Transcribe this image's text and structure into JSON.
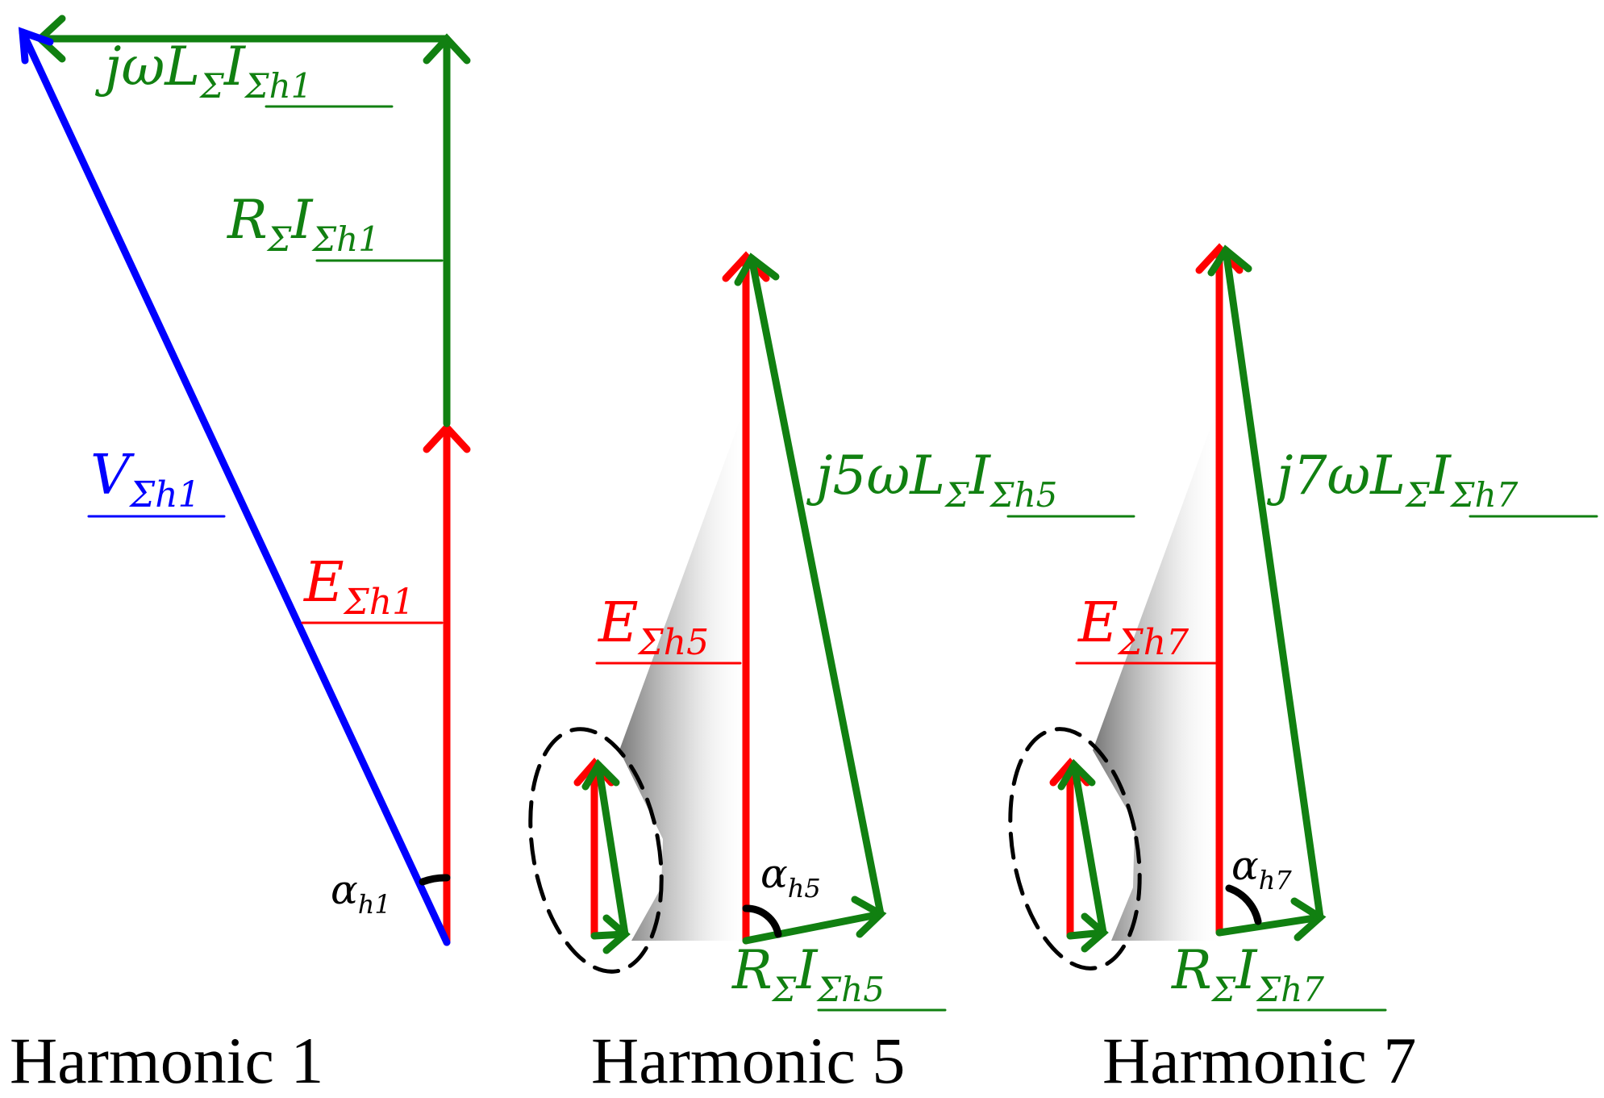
{
  "colors": {
    "red": "#ff0000",
    "green": "#118011",
    "blue": "#0000ff",
    "black": "#000000"
  },
  "labels": {
    "h1": {
      "v_main": "V",
      "v_sub": "Σh1",
      "e_main": "E",
      "e_sub": "Σh1",
      "r_main": "R",
      "r_sub1": "Σ",
      "r_i": "I",
      "r_sub2": "Σh1",
      "jw_main": "jωL",
      "jw_sub1": "Σ",
      "jw_i": "I",
      "jw_sub2": "Σh1",
      "alpha": "α",
      "alpha_sub": "h1",
      "caption": "Harmonic 1"
    },
    "h5": {
      "e_main": "E",
      "e_sub": "Σh5",
      "jw_main": "j5ωL",
      "jw_sub1": "Σ",
      "jw_i": "I",
      "jw_sub2": "Σh5",
      "r_main": "R",
      "r_sub1": "Σ",
      "r_i": "I",
      "r_sub2": "Σh5",
      "alpha": "α",
      "alpha_sub": "h5",
      "caption": "Harmonic 5"
    },
    "h7": {
      "e_main": "E",
      "e_sub": "Σh7",
      "jw_main": "j7ωL",
      "jw_sub1": "Σ",
      "jw_i": "I",
      "jw_sub2": "Σh7",
      "r_main": "R",
      "r_sub1": "Σ",
      "r_i": "I",
      "r_sub2": "Σh7",
      "alpha": "α",
      "alpha_sub": "h7",
      "caption": "Harmonic 7"
    }
  }
}
